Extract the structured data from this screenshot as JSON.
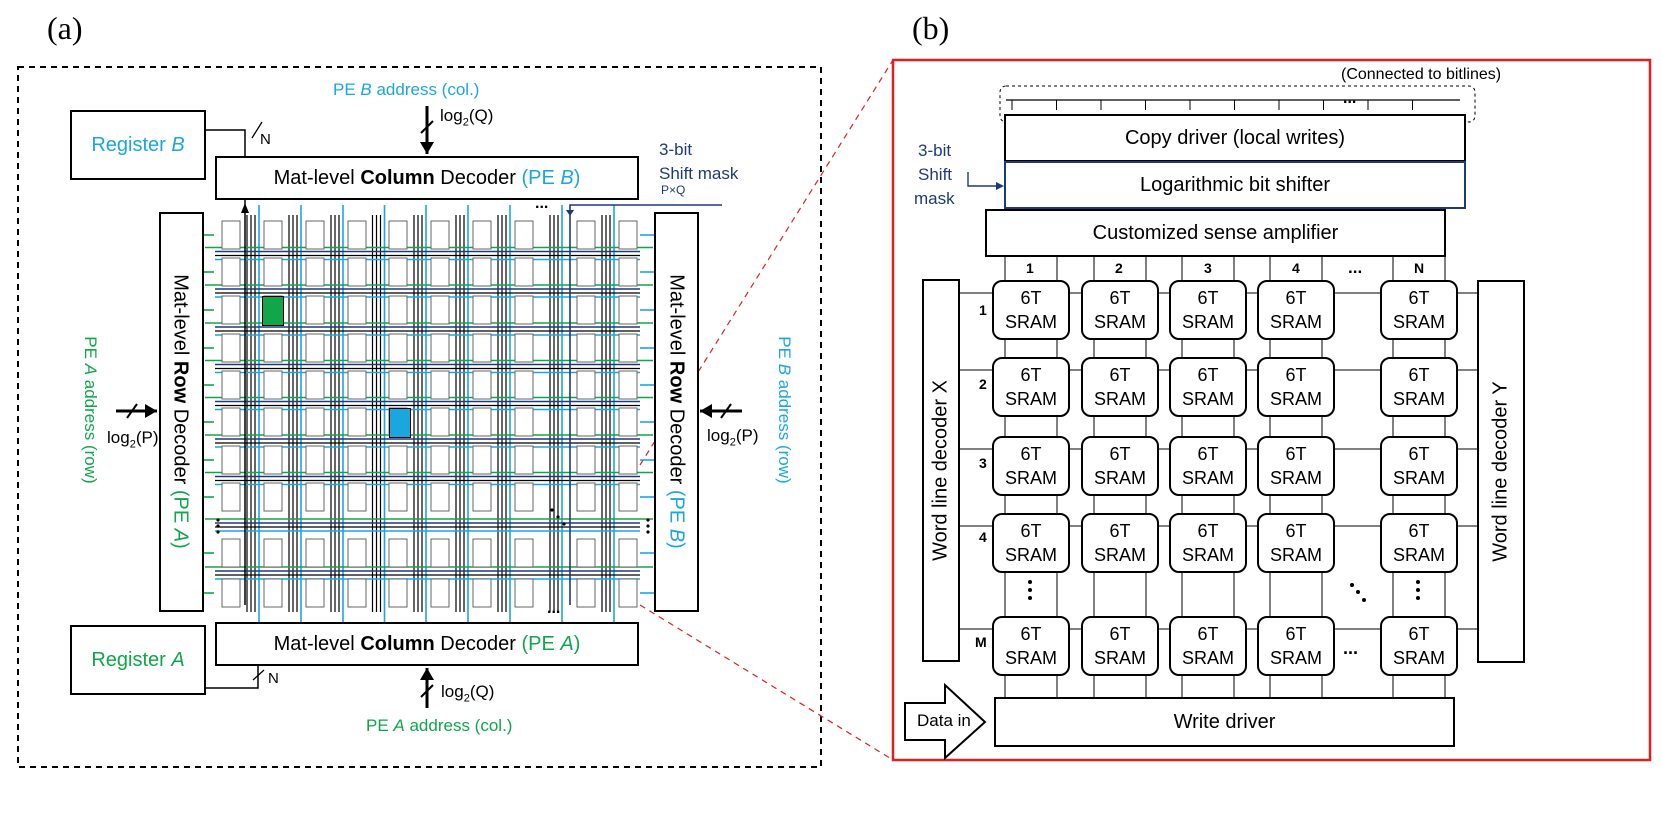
{
  "panel_a": {
    "label": "(a)",
    "register_b": {
      "prefix": "Register ",
      "italic": "B"
    },
    "register_a": {
      "prefix": "Register ",
      "italic": "A"
    },
    "col_decoder_b": {
      "pre": "Mat-level ",
      "bold": "Column",
      "post": " Decoder ",
      "tag_open": "(PE ",
      "tag_italic": "B",
      "tag_close": ")"
    },
    "col_decoder_a": {
      "pre": "Mat-level ",
      "bold": "Column",
      "post": " Decoder ",
      "tag_open": "(PE ",
      "tag_italic": "A",
      "tag_close": ")"
    },
    "row_decoder_a": {
      "pre": "Mat-level ",
      "bold": "Row",
      "post": " Decoder ",
      "tag_open": "(PE ",
      "tag_italic": "A",
      "tag_close": ")"
    },
    "row_decoder_b": {
      "pre": "Mat-level ",
      "bold": "Row",
      "post": " Decoder ",
      "tag_open": "(PE ",
      "tag_italic": "B",
      "tag_close": ")"
    },
    "pe_b_col_addr": {
      "pre": "PE ",
      "italic": "B",
      "post": " address (col.)"
    },
    "pe_a_col_addr": {
      "pre": "PE ",
      "italic": "A",
      "post": " address (col.)"
    },
    "pe_a_row_addr": {
      "pre": "PE ",
      "italic": "A",
      "post": " address (row)"
    },
    "pe_b_row_addr": {
      "pre": "PE ",
      "italic": "B",
      "post": " address (row)"
    },
    "log2q": "log",
    "log2q_sub": "2",
    "log2q_arg": "(Q)",
    "log2p_arg": "(P)",
    "n_label": "N",
    "shift_mask": [
      "3-bit",
      "Shift mask"
    ],
    "pxq": "P×Q",
    "dots": "..."
  },
  "panel_b": {
    "label": "(b)",
    "connected": "(Connected to bitlines)",
    "copy_driver": "Copy driver (local writes)",
    "log_shifter": "Logarithmic bit shifter",
    "sense_amp": "Customized sense amplifier",
    "shift_mask": [
      "3-bit",
      "Shift",
      "mask"
    ],
    "wl_decoder_x": "Word line decoder X",
    "wl_decoder_y": "Word line decoder Y",
    "write_driver": "Write driver",
    "data_in": "Data in",
    "col_nums": [
      "1",
      "2",
      "3",
      "4",
      "...",
      "N"
    ],
    "row_nums": [
      "1",
      "2",
      "3",
      "4",
      "M"
    ],
    "cell_line1": "6T",
    "cell_line2": "SRAM",
    "dots": "..."
  }
}
